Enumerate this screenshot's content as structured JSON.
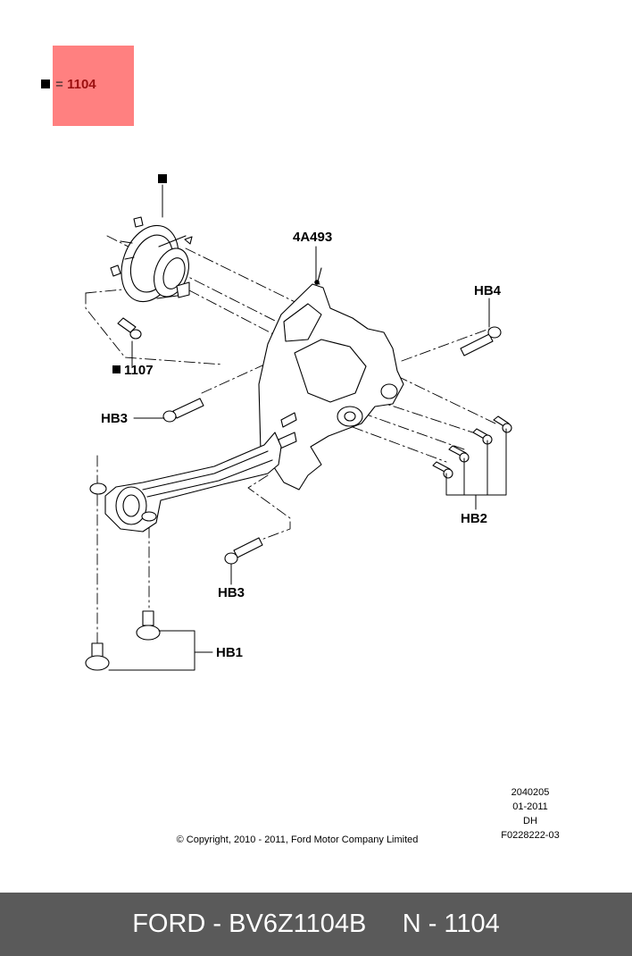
{
  "legend": {
    "symbol": "■",
    "equals": "=",
    "part_number": "1104",
    "highlight_color": "#ff8080"
  },
  "callouts": {
    "marker": "■",
    "part_4a493": "4A493",
    "hb4": "HB4",
    "part_1107": "1107",
    "hb3_upper": "HB3",
    "hb2": "HB2",
    "hb3_lower": "HB3",
    "hb1": "HB1"
  },
  "drawing_info": {
    "line1": "2040205",
    "line2": "01-2011",
    "line3": "DH",
    "line4": "F0228222-03"
  },
  "copyright": "© Copyright, 2010 - 2011, Ford Motor Company Limited",
  "footer": {
    "part": "FORD - BV6Z1104B",
    "ref": "N - 1104",
    "background": "#5a5a5a"
  }
}
